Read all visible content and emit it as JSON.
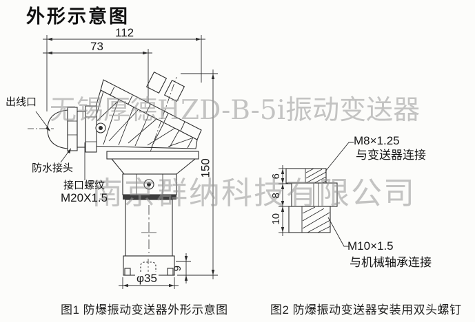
{
  "title": "外形示意图",
  "colors": {
    "line": "#2d2d2d",
    "dark_band": "#3c3c3c",
    "watermark": "#969696",
    "background": "#fcfcfa"
  },
  "watermarks": {
    "brand_line": "无锡厚德HZD-B-5i振动变送器",
    "company_line": "南京群纳科技有限公司"
  },
  "figure1": {
    "caption": "图1 防爆振动变送器外形示意图",
    "dims": {
      "total_width": "112",
      "head_width": "73",
      "total_height": "150",
      "base_height": "9",
      "base_diameter": "φ35"
    },
    "labels": {
      "outlet": "出线口",
      "waterproof_joint": "防水接头",
      "port_thread_title": "接口螺纹",
      "port_thread_spec": "M20X1.5"
    }
  },
  "figure2": {
    "caption": "图2 防爆振动变送器安装用双头螺钉",
    "dims": {
      "top_length": "6",
      "middle_length": "8",
      "bottom_length": "10"
    },
    "labels": {
      "top_thread": "M8×1.25",
      "top_desc": "与变送器连接",
      "bottom_thread": "M10×1.5",
      "bottom_desc": "与机械轴承连接"
    }
  }
}
